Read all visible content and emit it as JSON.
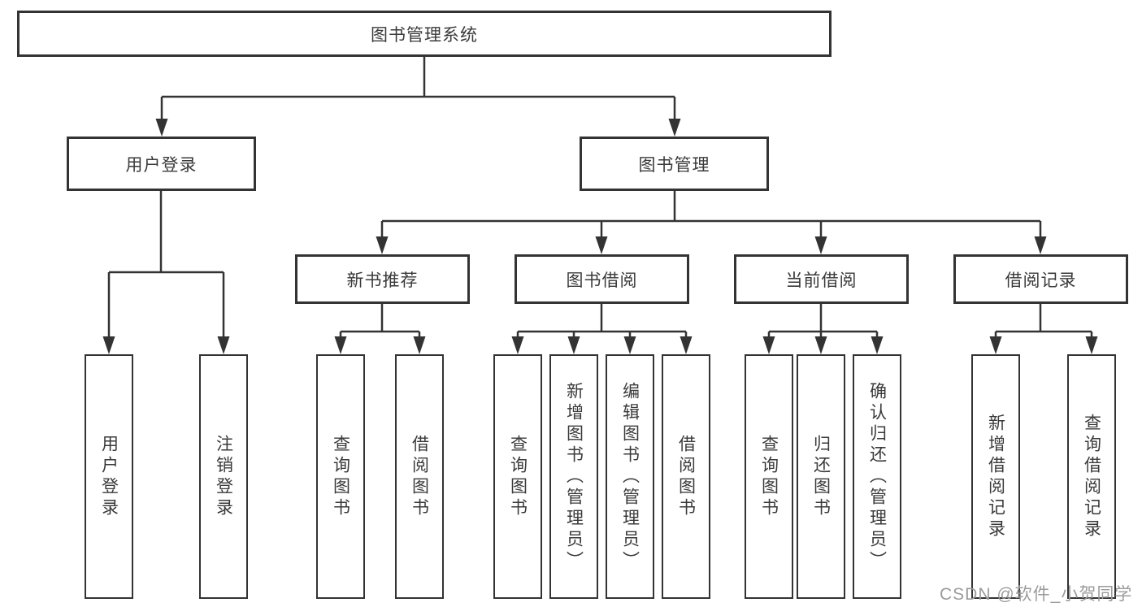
{
  "diagram": {
    "root": {
      "label": "图书管理系统"
    },
    "branches": [
      {
        "label": "用户登录",
        "children": [
          {
            "label": "用户登录"
          },
          {
            "label": "注销登录"
          }
        ]
      },
      {
        "label": "图书管理",
        "groups": [
          {
            "label": "新书推荐",
            "children": [
              {
                "label": "查询图书"
              },
              {
                "label": "借阅图书"
              }
            ]
          },
          {
            "label": "图书借阅",
            "children": [
              {
                "label": "查询图书"
              },
              {
                "label": "新增图书（管理员）"
              },
              {
                "label": "编辑图书（管理员）"
              },
              {
                "label": "借阅图书"
              }
            ]
          },
          {
            "label": "当前借阅",
            "children": [
              {
                "label": "查询图书"
              },
              {
                "label": "归还图书"
              },
              {
                "label": "确认归还（管理员）"
              }
            ]
          },
          {
            "label": "借阅记录",
            "children": [
              {
                "label": "新增借阅记录"
              },
              {
                "label": "查询借阅记录"
              }
            ]
          }
        ]
      }
    ]
  },
  "watermark": {
    "text": "CSDN @软件_小贺同学"
  },
  "colors": {
    "line": "#333333",
    "box_border": "#333333",
    "box_fill": "#ffffff",
    "text": "#3a3a3a",
    "watermark": "#9b9b9b",
    "background": "#ffffff"
  }
}
